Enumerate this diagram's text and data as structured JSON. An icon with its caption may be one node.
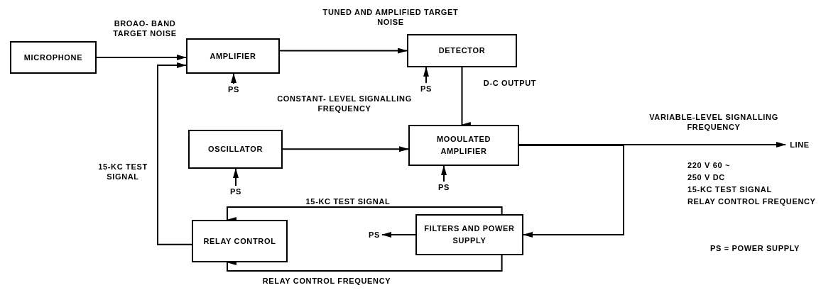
{
  "diagram": {
    "nodes": [
      {
        "text": [
          "MICROPHONE"
        ]
      },
      {
        "text": [
          "AMPLIFIER"
        ]
      },
      {
        "text": [
          "DETECTOR"
        ]
      },
      {
        "text": [
          "OSCILLATOR"
        ]
      },
      {
        "text": [
          "MOOULATED AMPLIFIER"
        ]
      },
      {
        "text": [
          "RELAY CONTROL"
        ]
      },
      {
        "text": [
          "FILTERS AND POWER SUPPLY"
        ]
      },
      {
        "text": [
          "PS"
        ]
      },
      {
        "text": [
          "PS"
        ]
      },
      {
        "text": [
          "PS"
        ]
      },
      {
        "text": [
          "PS"
        ]
      },
      {
        "text": [
          "PS"
        ]
      },
      {
        "text": [
          "LINE"
        ]
      }
    ],
    "edges": [
      {
        "from": 0,
        "to": 1,
        "arrow": "to",
        "label": "BROAO- BAND TARGET NOISE"
      },
      {
        "from": 1,
        "to": 2,
        "arrow": "to",
        "label": "TUNED AND AMPLIFIED TARGET NOISE"
      },
      {
        "from": 2,
        "to": 4,
        "arrow": "to",
        "label": "D-C OUTPUT"
      },
      {
        "from": 3,
        "to": 4,
        "arrow": "to",
        "label": "CONSTANT- LEVEL SIGNALLING FREQUENCY"
      },
      {
        "from": 4,
        "to": 12,
        "arrow": "to",
        "label": "VARIABLE-LEVEL SIGNALLING FREQUENCY"
      },
      {
        "from": 4,
        "to": 6,
        "arrow": "to"
      },
      {
        "from": 6,
        "to": 5,
        "arrow": "to",
        "label": "15-KC TEST SIGNAL"
      },
      {
        "from": 6,
        "to": 5,
        "arrow": "to",
        "label": "RELAY CONTROL FREQUENCY"
      },
      {
        "from": 5,
        "to": 1,
        "arrow": "to",
        "label": "15-KC TEST SIGNAL"
      },
      {
        "from": 7,
        "to": 1,
        "arrow": "to"
      },
      {
        "from": 8,
        "to": 2,
        "arrow": "to"
      },
      {
        "from": 9,
        "to": 3,
        "arrow": "to"
      },
      {
        "from": 10,
        "to": 4,
        "arrow": "to"
      },
      {
        "from": 6,
        "to": 11,
        "arrow": "to"
      }
    ],
    "labels": [
      "220 V 60 ~",
      "250 V DC",
      "15-KC TEST SIGNAL",
      "RELAY CONTROL FREQUENCY",
      "PS = POWER SUPPLY"
    ]
  }
}
